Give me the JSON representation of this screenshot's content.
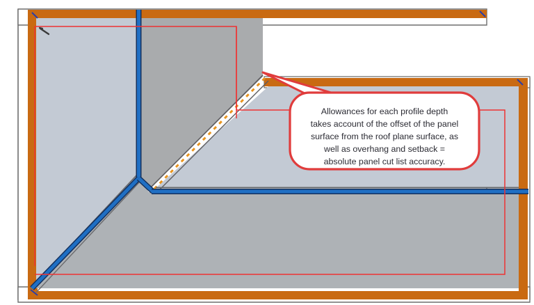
{
  "document": {
    "type": "roof-plan-drawing",
    "background_color": "#ffffff"
  },
  "callout": {
    "name": "annotation-callout",
    "border_color": "#e03c3c",
    "fill_color": "#ffffff",
    "text_color": "#2b2b33",
    "lines": [
      "Allowances for each profile depth",
      "takes account of the offset of the panel",
      "surface from the roof plane surface, as",
      "well as overhang and setback =",
      "absolute panel cut list accuracy."
    ],
    "full_text": "Allowances for each profile depth takes account of the offset of the panel surface from the roof plane surface, as well as overhang and setback = absolute panel cut list accuracy.",
    "pointer_target": "valley-top-junction"
  },
  "drawing": {
    "colors": {
      "roof_plane_light": "#c3cad4",
      "roof_plane_mid": "#b4b8bc",
      "roof_plane_dark": "#a9abad",
      "fascia_orange": "#c96a12",
      "fascia_orange_dark": "#b35a08",
      "ridge_blue": "#1f6fc4",
      "ridge_blue_dark": "#14315e",
      "outline_gray": "#6b6b6b",
      "overlay_red": "#ee3333",
      "valley_dash_orange": "#e8941e",
      "shadow_gray": "#9a9a9a"
    },
    "elements": [
      {
        "name": "roof-plane-upper-left",
        "label": "upper left roof plane"
      },
      {
        "name": "roof-plane-upper-right",
        "label": "upper right roof plane"
      },
      {
        "name": "roof-plane-lower",
        "label": "lower roof plane"
      },
      {
        "name": "roof-plane-right-wing",
        "label": "right wing roof plane"
      },
      {
        "name": "ridge-line-vertical",
        "label": "vertical ridge"
      },
      {
        "name": "ridge-line-horizontal",
        "label": "horizontal eave/ridge"
      },
      {
        "name": "hip-line-diagonal",
        "label": "diagonal hip line"
      },
      {
        "name": "valley-line",
        "label": "dashed valley line"
      },
      {
        "name": "fascia-band-left",
        "label": "left fascia"
      },
      {
        "name": "fascia-band-top",
        "label": "top fascia"
      },
      {
        "name": "fascia-band-bottom",
        "label": "bottom fascia"
      },
      {
        "name": "fascia-band-right",
        "label": "right fascia"
      },
      {
        "name": "overlay-rect-upper",
        "label": "upper red setback outline"
      },
      {
        "name": "overlay-rect-lower",
        "label": "lower red setback outline"
      },
      {
        "name": "corner-marker",
        "label": "corner dimension marker"
      }
    ]
  }
}
